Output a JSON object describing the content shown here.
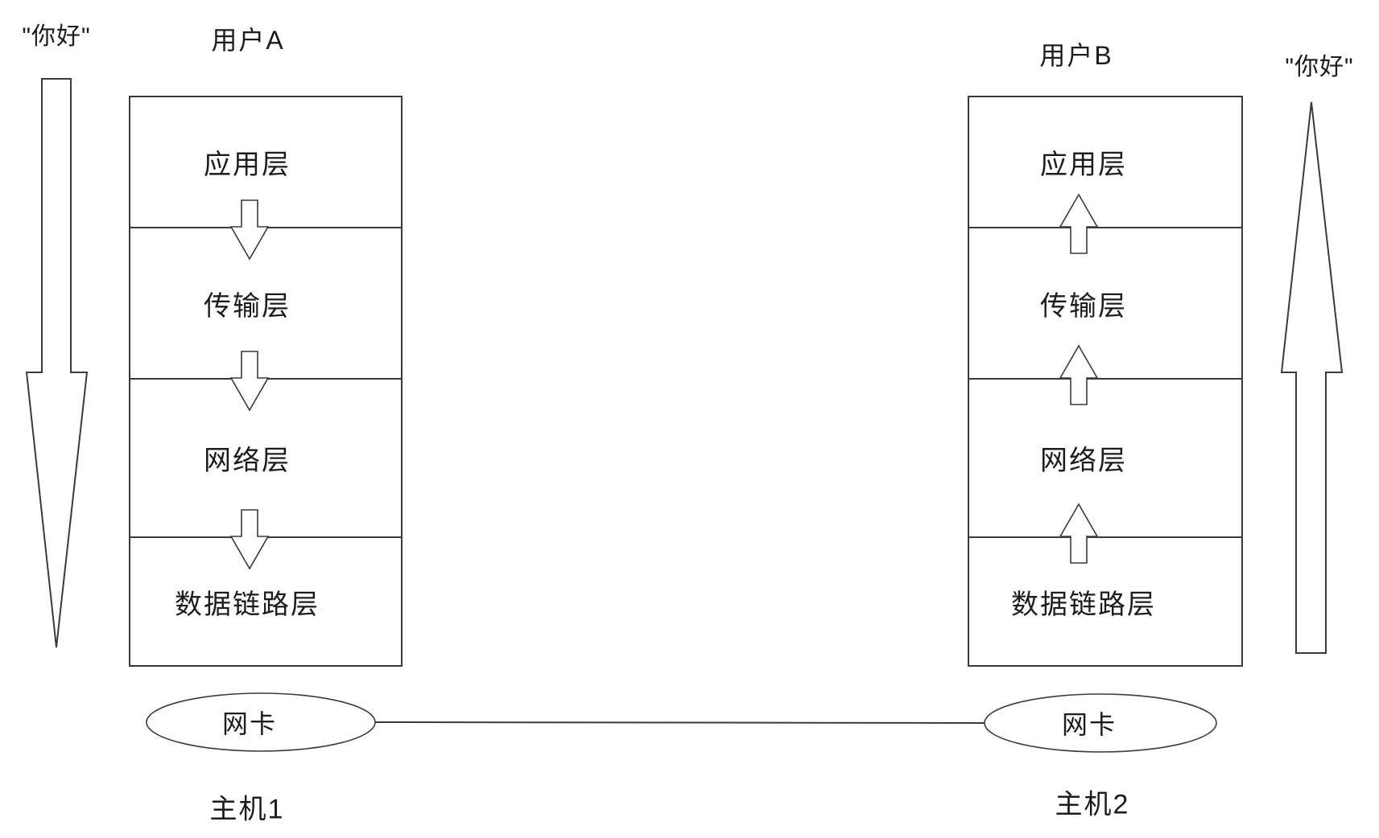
{
  "greetings": {
    "left": "\"你好\"",
    "right": "\"你好\""
  },
  "stack1": {
    "user": "用户A",
    "host": "主机1",
    "nic": "网卡",
    "layers": [
      "应用层",
      "传输层",
      "网络层",
      "数据链路层"
    ]
  },
  "stack2": {
    "user": "用户B",
    "host": "主机2",
    "nic": "网卡",
    "layers": [
      "应用层",
      "传输层",
      "网络层",
      "数据链路层"
    ]
  },
  "arrows": {
    "left_big_arrow_direction": "down",
    "right_big_arrow_direction": "up"
  },
  "colors": {
    "line": "#3a3a3a",
    "text": "#1c1c1c",
    "background": "#ffffff"
  }
}
